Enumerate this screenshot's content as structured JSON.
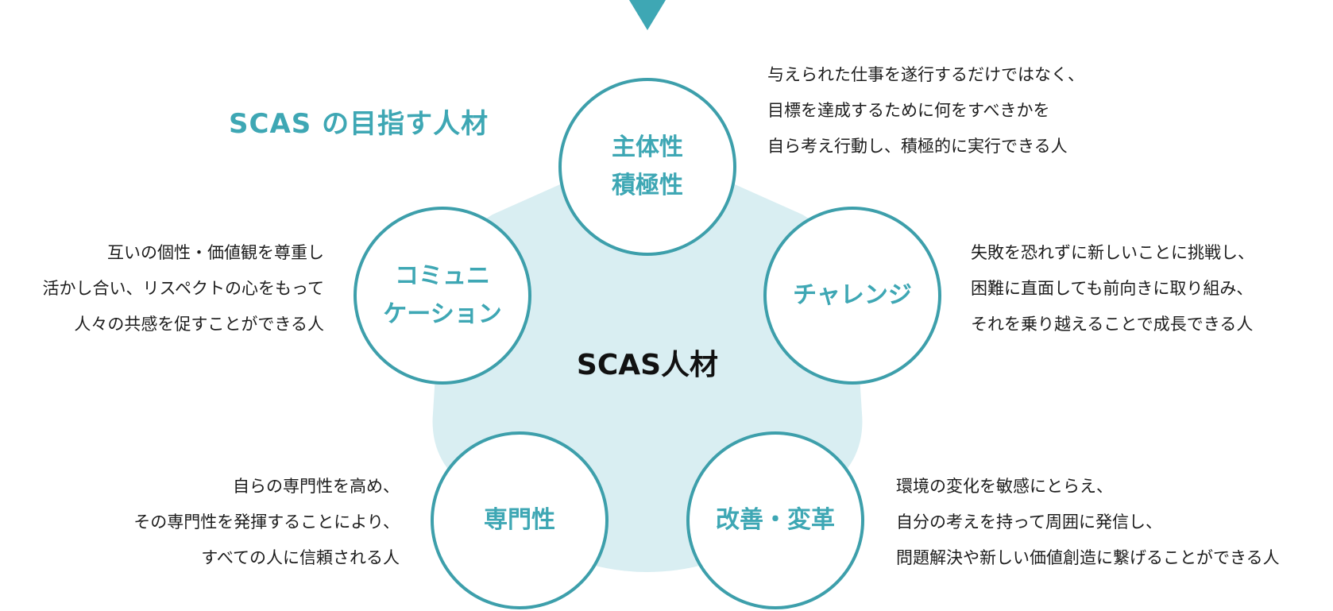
{
  "heading": "SCAS の目指す人材",
  "center": "SCAS人材",
  "colors": {
    "accent_text": "#3ea7b4",
    "circle_stroke": "#3d9fab",
    "pentagon_fill": "#d9eef2",
    "arrow": "#3ea7b4"
  },
  "nodes": [
    {
      "lines": [
        "主体性",
        "積極性"
      ],
      "description": [
        "与えられた仕事を遂行するだけではなく、",
        "目標を達成するために何をすべきかを",
        "自ら考え行動し、積極的に実行できる人"
      ]
    },
    {
      "lines": [
        "チャレンジ"
      ],
      "description": [
        "失敗を恐れずに新しいことに挑戦し、",
        "困難に直面しても前向きに取り組み、",
        "それを乗り越えることで成長できる人"
      ]
    },
    {
      "lines": [
        "改善・変革"
      ],
      "description": [
        "環境の変化を敏感にとらえ、",
        "自分の考えを持って周囲に発信し、",
        "問題解決や新しい価値創造に繋げることができる人"
      ]
    },
    {
      "lines": [
        "専門性"
      ],
      "description": [
        "自らの専門性を高め、",
        "その専門性を発揮することにより、",
        "すべての人に信頼される人"
      ]
    },
    {
      "lines": [
        "コミュニ",
        "ケーション"
      ],
      "description": [
        "互いの個性・価値観を尊重し",
        "活かし合い、リスペクトの心をもって",
        "人々の共感を促すことができる人"
      ]
    }
  ]
}
